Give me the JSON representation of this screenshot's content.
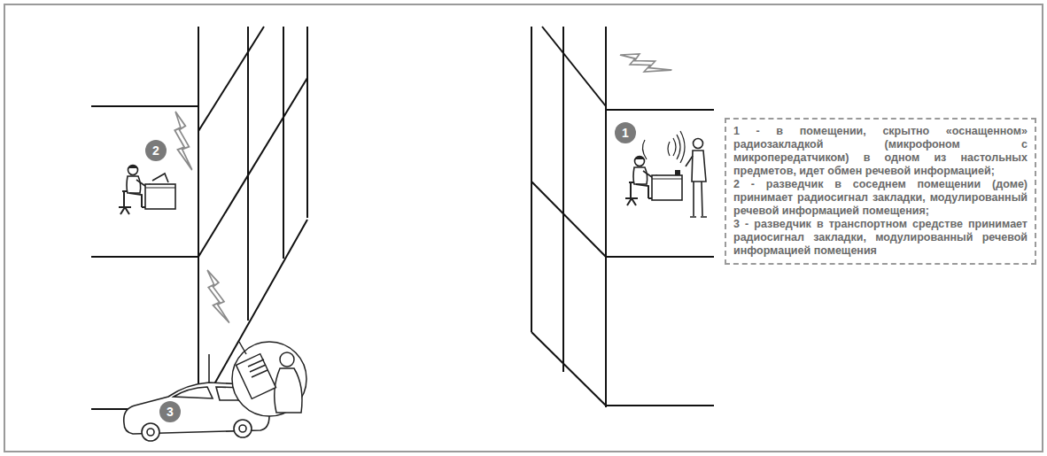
{
  "diagram": {
    "nodes": [
      {
        "text": [
          "1"
        ]
      },
      {
        "text": [
          "2"
        ]
      },
      {
        "text": [
          "3"
        ]
      },
      {
        "text": [
          "1 - в помещении, скрытно «оснащенном» радиозакладкой (микрофоном с микропередатчиком) в одном из настольных предметов, идет обмен речевой информацией;",
          "2 - разведчик в соседнем помещении (доме) принимает радиосигнал закладки, модулированный речевой информацией помещения;",
          "3 - разведчик в транспортном средстве принимает радиосигнал закладки, модулированный речевой информацией помещения"
        ]
      }
    ]
  }
}
